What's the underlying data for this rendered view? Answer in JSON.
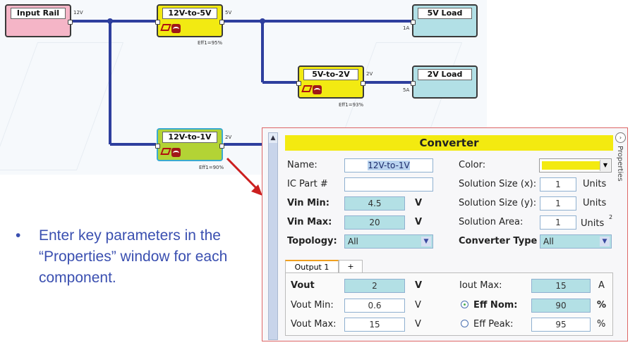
{
  "diagram": {
    "blocks": [
      {
        "id": "input-rail",
        "title": "Input Rail",
        "out_label": "12V"
      },
      {
        "id": "c12to5",
        "title": "12V-to-5V",
        "out_label": "5V",
        "eff": "Eff1=95%"
      },
      {
        "id": "load5",
        "title": "5V Load",
        "in_label": "1A"
      },
      {
        "id": "c5to2",
        "title": "5V-to-2V",
        "out_label": "2V",
        "eff": "Eff1=93%"
      },
      {
        "id": "load2",
        "title": "2V Load",
        "in_label": "5A"
      },
      {
        "id": "c12to1",
        "title": "12V-to-1V",
        "out_label": "2V",
        "eff": "Eff1=90%"
      }
    ],
    "colors": {
      "wire": "#2e3f9e",
      "arrow": "#cc2020"
    }
  },
  "bullet": {
    "dot": "•",
    "text": "Enter key parameters in the “Properties” window for each component."
  },
  "panel": {
    "header": "Converter",
    "side_tab": "Properties",
    "left": {
      "name_label": "Name:",
      "name_value": "12V-to-1V",
      "icpart_label": "IC Part #",
      "icpart_value": "",
      "vinmin_label": "Vin Min:",
      "vinmin_value": "4.5",
      "vinmin_unit": "V",
      "vinmax_label": "Vin Max:",
      "vinmax_value": "20",
      "vinmax_unit": "V",
      "topology_label": "Topology:",
      "topology_value": "All"
    },
    "right": {
      "color_label": "Color:",
      "color_value": "#f3ea10",
      "sizex_label": "Solution Size (x):",
      "sizex_value": "1",
      "sizex_unit": "Units",
      "sizey_label": "Solution Size (y):",
      "sizey_value": "1",
      "sizey_unit": "Units",
      "area_label": "Solution Area:",
      "area_value": "1",
      "area_unit": "Units",
      "area_sup": "2",
      "ctype_label": "Converter Type",
      "ctype_value": "All"
    },
    "tabs": [
      {
        "label": "Output 1",
        "active": true
      },
      {
        "label": "+",
        "active": false
      }
    ],
    "output": {
      "vout_label": "Vout",
      "vout_value": "2",
      "vout_unit": "V",
      "voutmin_label": "Vout Min:",
      "voutmin_value": "0.6",
      "voutmin_unit": "V",
      "voutmax_label": "Vout Max:",
      "voutmax_value": "15",
      "voutmax_unit": "V",
      "ioutmax_label": "Iout Max:",
      "ioutmax_value": "15",
      "ioutmax_unit": "A",
      "effnom_label": "Eff Nom:",
      "effnom_value": "90",
      "effnom_unit": "%",
      "effnom_selected": true,
      "effpeak_label": "Eff Peak:",
      "effpeak_value": "95",
      "effpeak_unit": "%",
      "effpeak_selected": false
    }
  }
}
